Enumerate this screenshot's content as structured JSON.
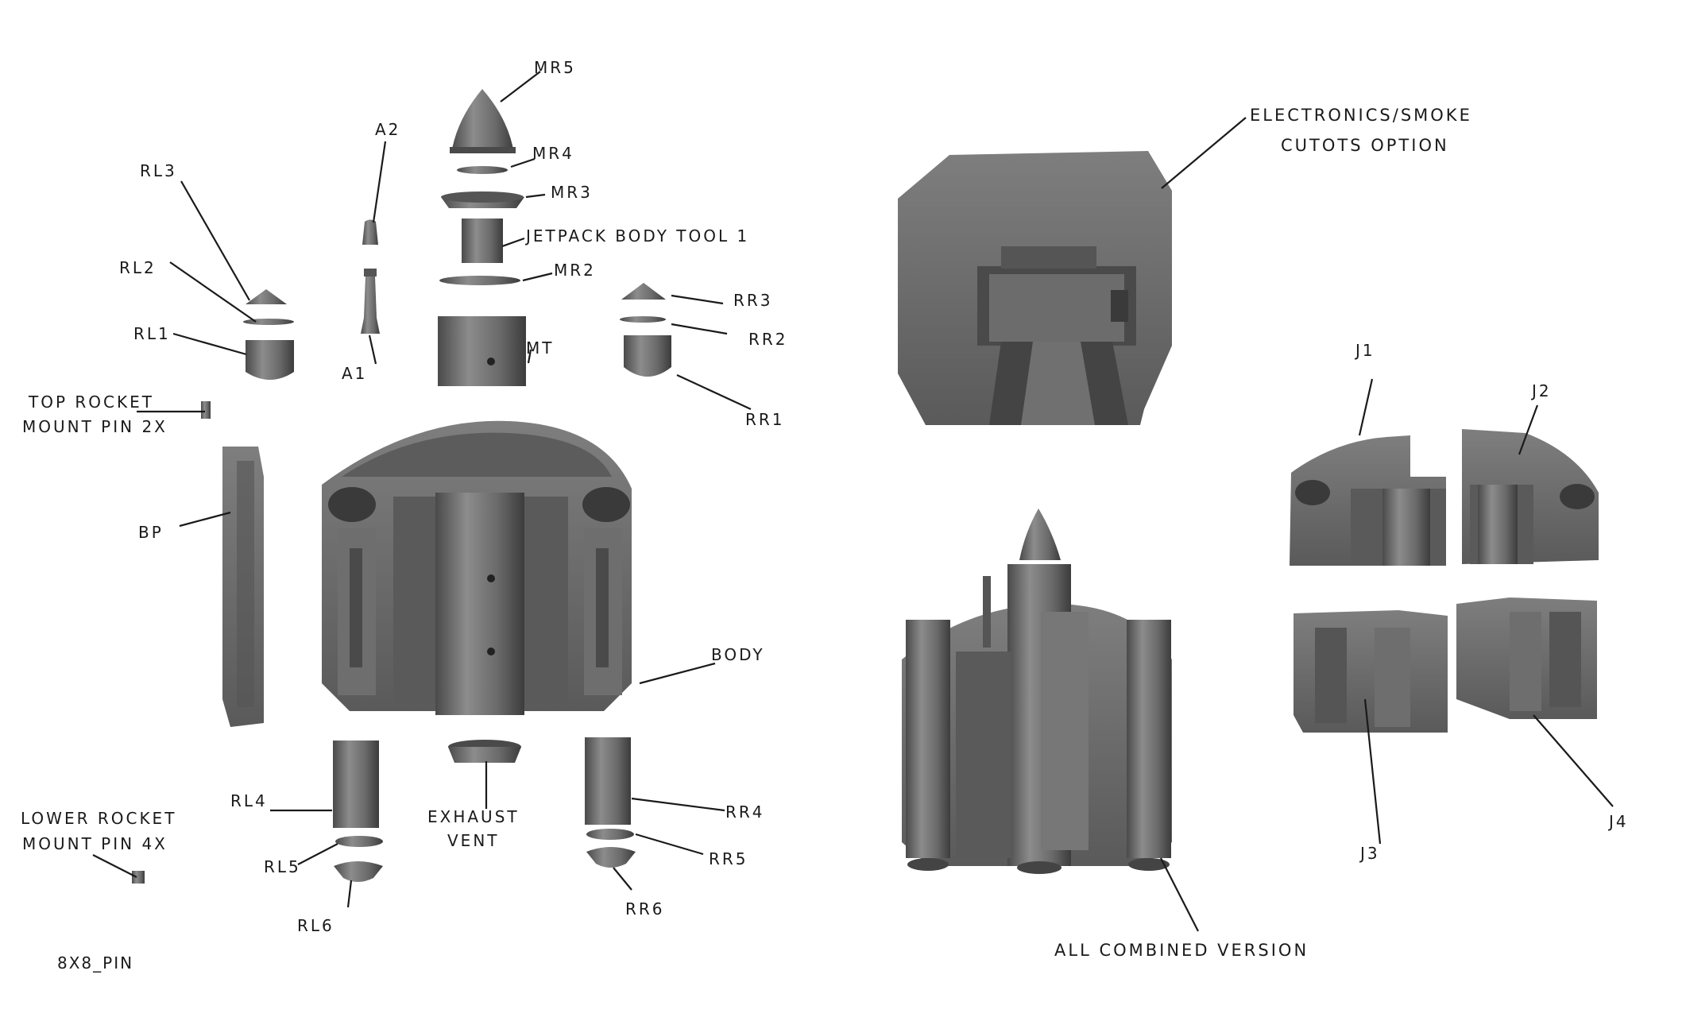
{
  "diagram": {
    "labels": {
      "mr5": "MR5",
      "a2": "A2",
      "mr4": "MR4",
      "rl3": "RL3",
      "mr3": "MR3",
      "jetpack_body_tool": "JETPACK BODY TOOL 1",
      "rl2": "RL2",
      "mr2": "MR2",
      "rr3": "RR3",
      "rl1": "RL1",
      "rr2": "RR2",
      "mt": "MT",
      "a1": "A1",
      "rr1": "RR1",
      "top_rocket_pin_1": "TOP ROCKET",
      "top_rocket_pin_2": "MOUNT PIN 2X",
      "bp": "BP",
      "body": "BODY",
      "rl4": "RL4",
      "exhaust_1": "EXHAUST",
      "exhaust_2": "VENT",
      "rr4": "RR4",
      "lower_rocket_pin_1": "LOWER ROCKET",
      "lower_rocket_pin_2": "MOUNT PIN 4X",
      "rl5": "RL5",
      "rr5": "RR5",
      "rr6": "RR6",
      "rl6": "RL6",
      "pin_size": "8X8_PIN",
      "electronics_1": "ELECTRONICS/SMOKE",
      "electronics_2": "CUTOTS OPTION",
      "j1": "J1",
      "j2": "J2",
      "j3": "J3",
      "j4": "J4",
      "combined": "ALL COMBINED VERSION"
    },
    "colors": {
      "part_fill": "#6b6b6b",
      "part_light": "#8a8a8a",
      "part_dark": "#3e3e3e",
      "line": "#1a1a1a"
    }
  }
}
